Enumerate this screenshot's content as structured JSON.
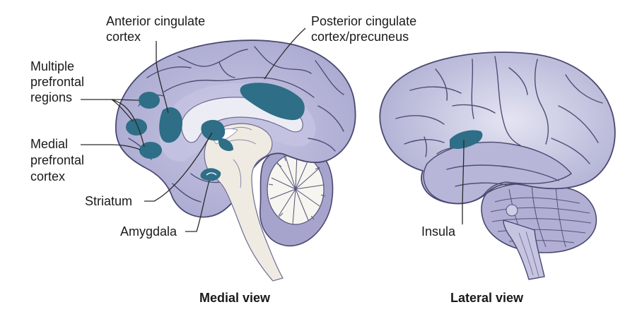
{
  "labels": {
    "anterior_cingulate": [
      "Anterior cingulate",
      "cortex"
    ],
    "posterior_cingulate": [
      "Posterior cingulate",
      "cortex/precuneus"
    ],
    "multiple_prefrontal": [
      "Multiple",
      "prefrontal",
      "regions"
    ],
    "medial_prefrontal": [
      "Medial",
      "prefrontal",
      "cortex"
    ],
    "striatum": "Striatum",
    "amygdala": "Amygdala",
    "insula": "Insula"
  },
  "captions": {
    "medial": "Medial view",
    "lateral": "Lateral view"
  },
  "colors": {
    "brain_fill": "#b4b3d6",
    "brain_outline": "#4a4870",
    "inner_light": "#ececf4",
    "midline_structures": "#efebe2",
    "highlight_region": "#2e6e86",
    "lateral_fill": "#bdbddd",
    "text": "#1a1a1a"
  }
}
